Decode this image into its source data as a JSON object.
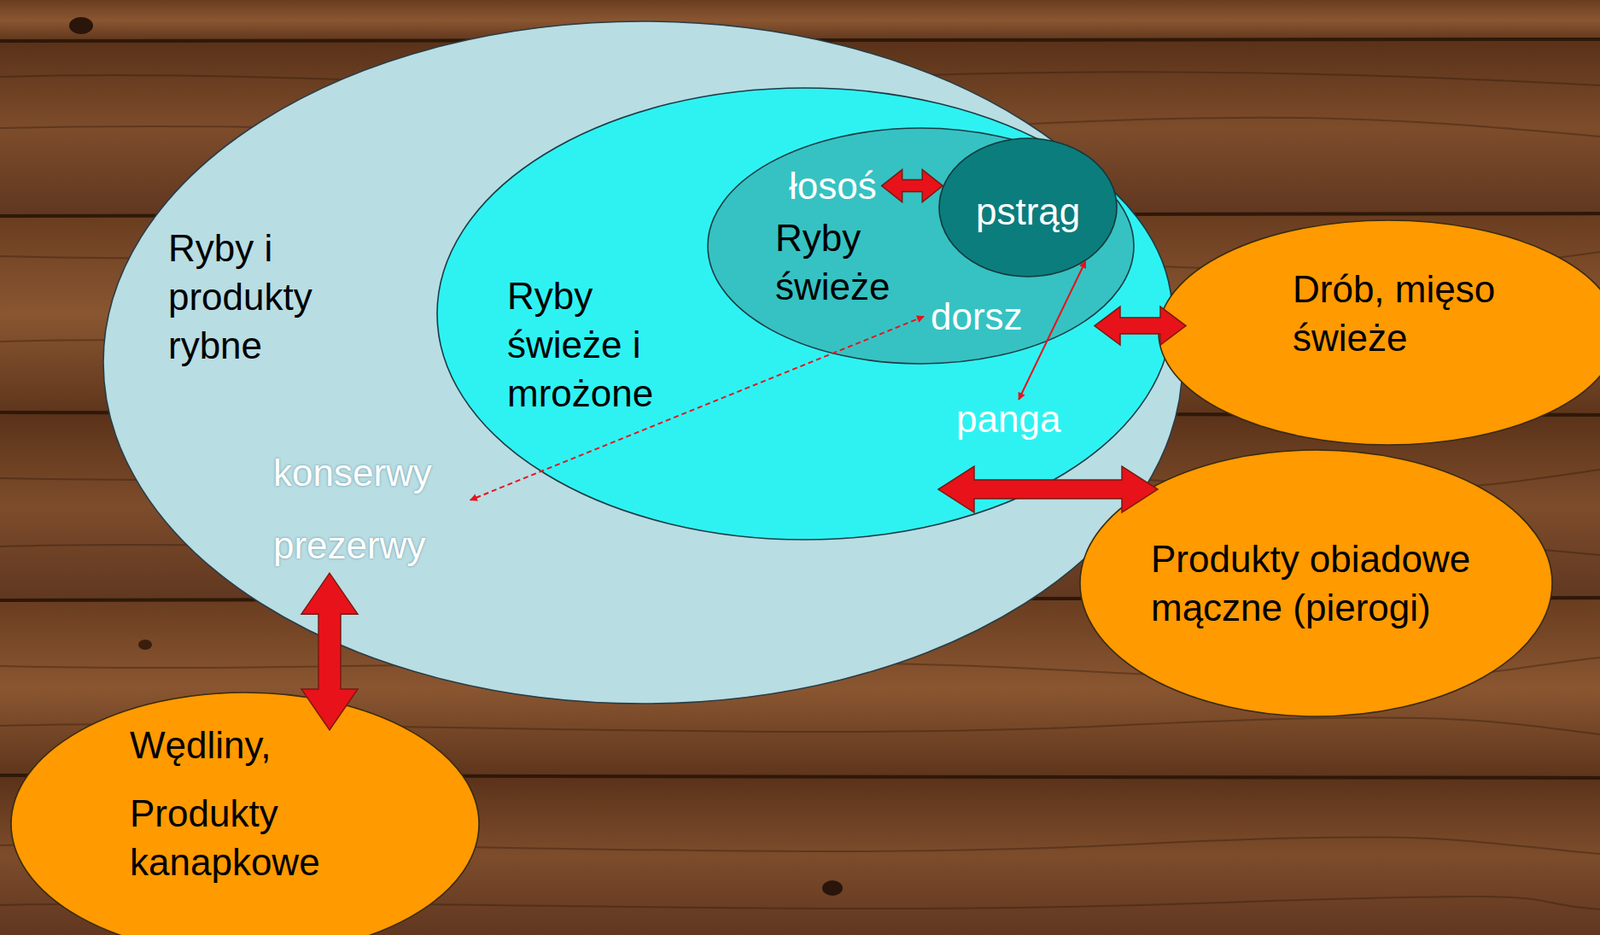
{
  "diagram": {
    "nodes": [
      {
        "text": [
          "Ryby i produkty rybne",
          "konserwy",
          "prezerwy"
        ]
      },
      {
        "text": [
          "Ryby świeże i mrożone",
          "panga"
        ],
        "in": 0
      },
      {
        "text": [
          "łosoś",
          "Ryby świeże",
          "dorsz"
        ],
        "in": 1
      },
      {
        "text": [
          "pstrąg"
        ],
        "in": 2
      },
      {
        "text": [
          "Drób, mięso świeże"
        ]
      },
      {
        "text": [
          "Produkty obiadowe mączne (pierogi)"
        ]
      },
      {
        "text": [
          "Wędliny,",
          "Produkty kanapkowe"
        ]
      }
    ],
    "edges": [
      {
        "from": 2,
        "to": 3,
        "arrow": "both"
      },
      {
        "from": 3,
        "to": 1,
        "arrow": "both"
      },
      {
        "from": 2,
        "to": 0,
        "arrow": "both"
      },
      {
        "from": 1,
        "to": 4,
        "arrow": "both"
      },
      {
        "from": 1,
        "to": 5,
        "arrow": "both"
      },
      {
        "from": 0,
        "to": 6,
        "arrow": "both"
      }
    ]
  }
}
